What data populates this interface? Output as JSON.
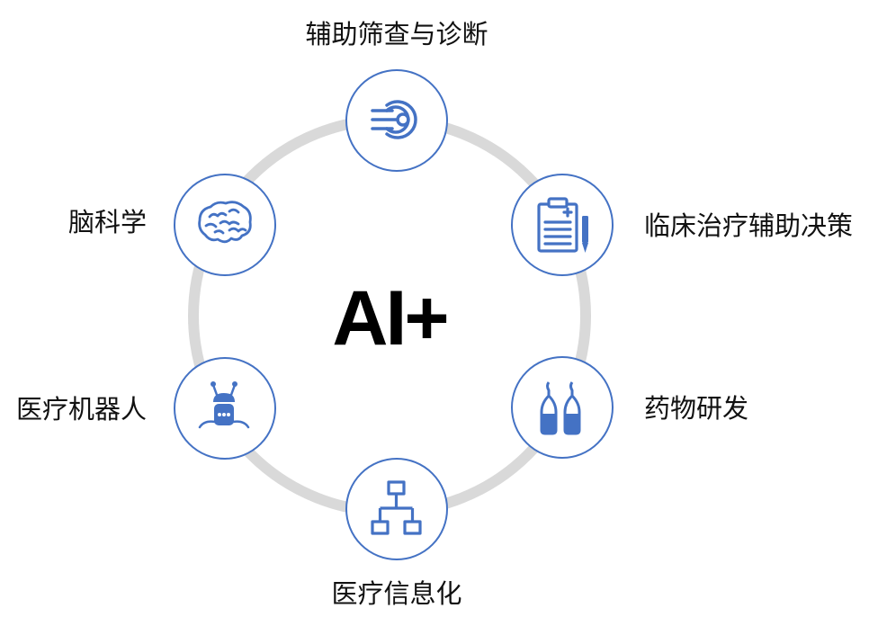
{
  "center": {
    "title": "AI+"
  },
  "accent_color": "#4472c4",
  "ring_color": "#d9d9d9",
  "nodes": [
    {
      "label": "辅助筛查与诊断",
      "icon": "scan-beam-icon"
    },
    {
      "label": "临床治疗辅助决策",
      "icon": "clipboard-pen-icon"
    },
    {
      "label": "药物研发",
      "icon": "vials-icon"
    },
    {
      "label": "医疗信息化",
      "icon": "org-chart-icon"
    },
    {
      "label": "医疗机器人",
      "icon": "robot-icon"
    },
    {
      "label": "脑科学",
      "icon": "brain-icon"
    }
  ]
}
